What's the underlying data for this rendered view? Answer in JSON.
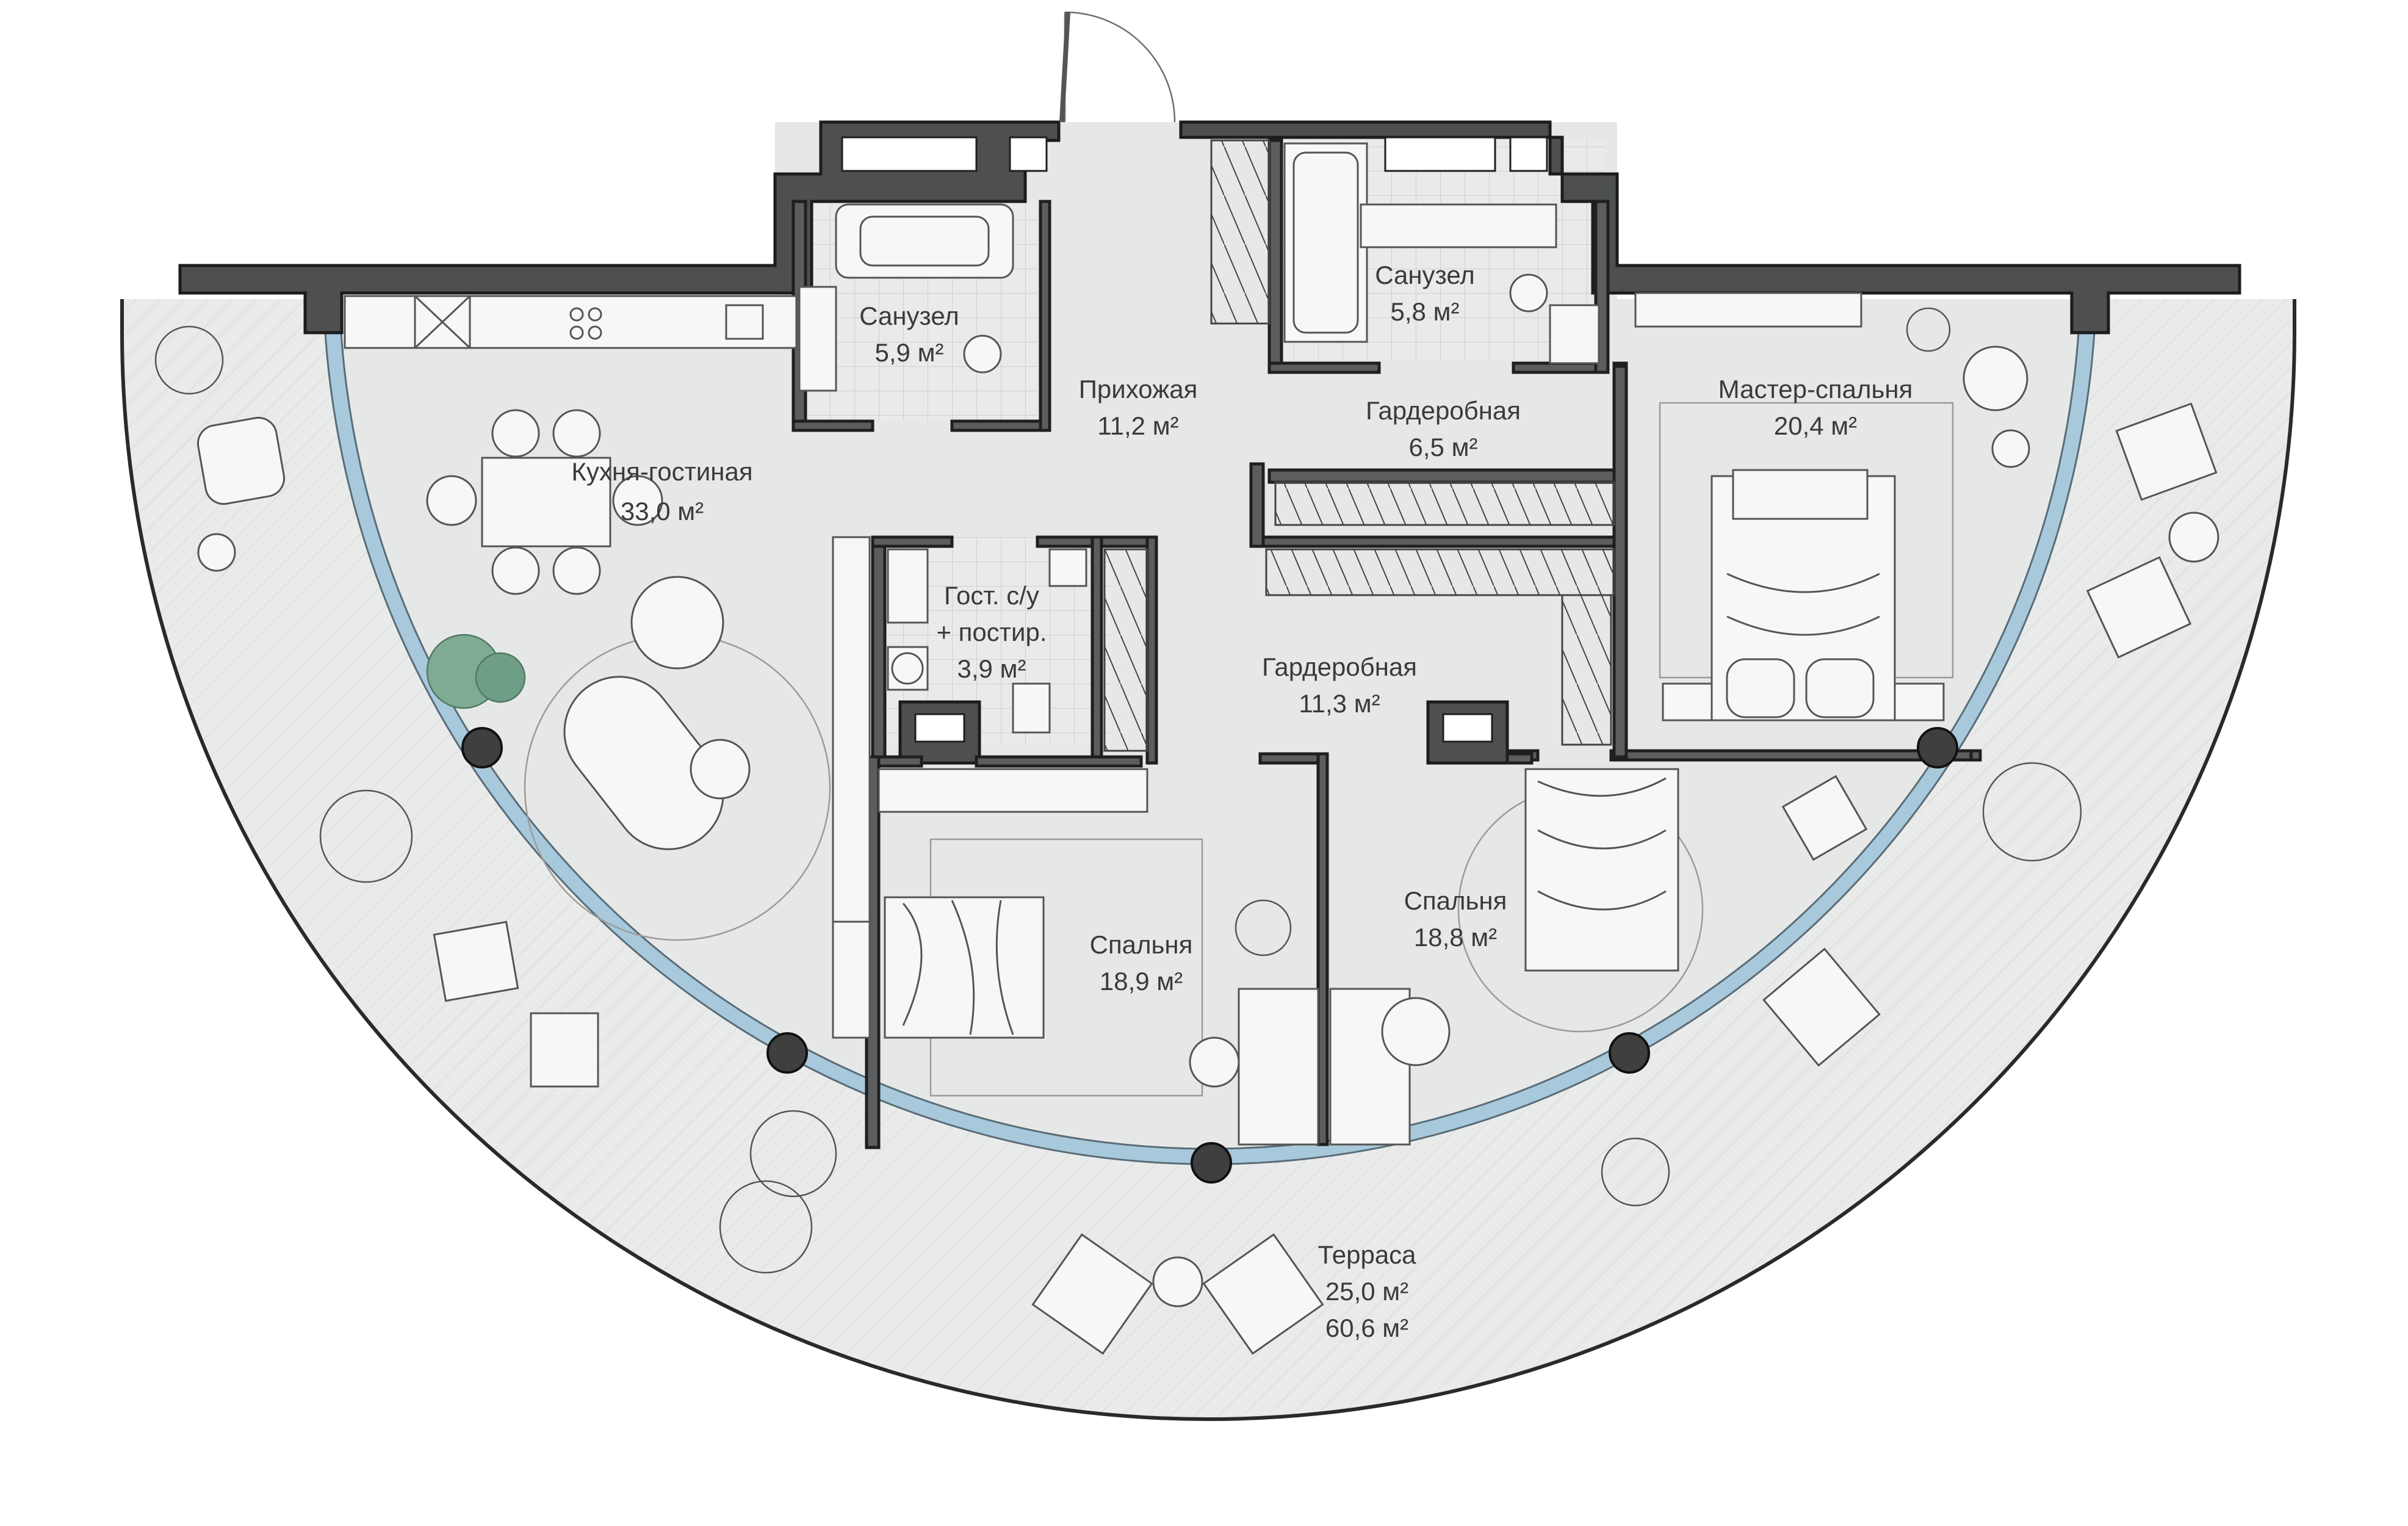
{
  "plan": {
    "rooms": [
      {
        "id": "kitchen",
        "name": "Кухня-гостиная",
        "area": "33,0 м²"
      },
      {
        "id": "bath1",
        "name": "Санузел",
        "area": "5,9 м²"
      },
      {
        "id": "hall",
        "name": "Прихожая",
        "area": "11,2 м²"
      },
      {
        "id": "bath2",
        "name": "Санузел",
        "area": "5,8 м²"
      },
      {
        "id": "wardrobe1",
        "name": "Гардеробная",
        "area": "6,5 м²"
      },
      {
        "id": "master",
        "name": "Мастер-спальня",
        "area": "20,4 м²"
      },
      {
        "id": "guestwc_l1",
        "name": "Гост. с/у"
      },
      {
        "id": "guestwc_l2",
        "name": "+ постир."
      },
      {
        "id": "guestwc_area",
        "area": "3,9 м²"
      },
      {
        "id": "wardrobe2",
        "name": "Гардеробная",
        "area": "11,3 м²"
      },
      {
        "id": "bedroom1",
        "name": "Спальня",
        "area": "18,9 м²"
      },
      {
        "id": "bedroom2",
        "name": "Спальня",
        "area": "18,8 м²"
      },
      {
        "id": "terrace",
        "name": "Терраса",
        "area": "25,0 м²",
        "area2": "60,6 м²"
      }
    ],
    "colors": {
      "wall": "#5b5d5e",
      "floor": "#e6e8e7",
      "glass": "#a8c9dc",
      "plant_accent": "#6f9e86"
    }
  }
}
